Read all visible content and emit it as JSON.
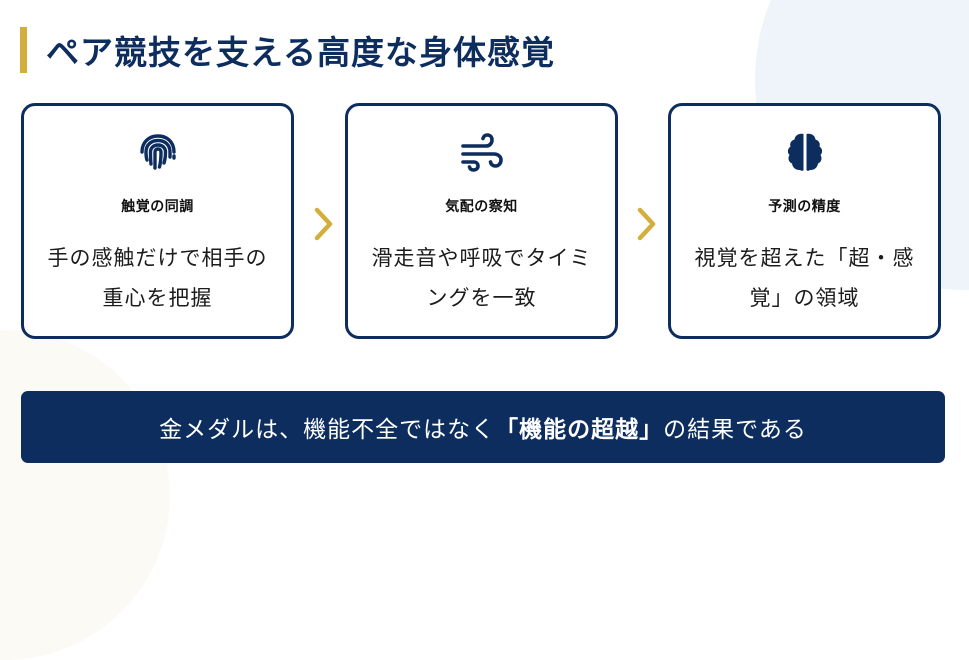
{
  "slide": {
    "title": "ペア競技を支える高度な身体感覚",
    "colors": {
      "navy": "#0d2d5e",
      "gold": "#d4ae3a",
      "bg_circle_blue": "#eff4fa",
      "bg_circle_cream": "#fcfaf4"
    }
  },
  "cards": [
    {
      "icon": "fingerprint-icon",
      "label": "触覚の同調",
      "description": "手の感触だけで相手の重心を把握"
    },
    {
      "icon": "wind-icon",
      "label": "気配の察知",
      "description": "滑走音や呼吸でタイミングを一致"
    },
    {
      "icon": "brain-icon",
      "label": "予測の精度",
      "description": "視覚を超えた「超・感覚」の領域"
    }
  ],
  "connectors": [
    {
      "icon": "chevron-right-icon"
    },
    {
      "icon": "chevron-right-icon"
    }
  ],
  "banner": {
    "prefix": "金メダルは、機能不全ではなく",
    "emphasis": "「機能の超越」",
    "suffix": "の結果である"
  }
}
